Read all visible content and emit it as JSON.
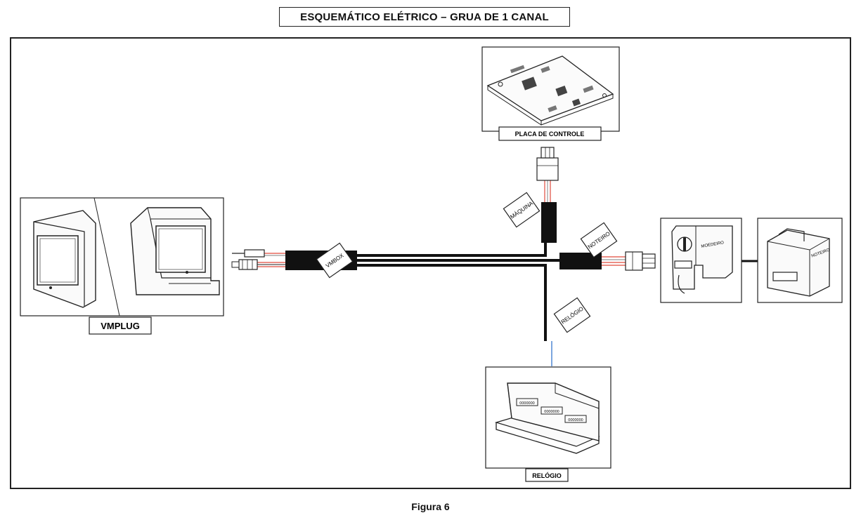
{
  "title": "ESQUEMÁTICO ELÉTRICO – GRUA DE 1 CANAL",
  "caption": "Figura 6",
  "components": {
    "vmplug": "VMPLUG",
    "control_board": "PLACA DE CONTROLE",
    "clock": "RELÓGIO",
    "coin_acceptor": "MOEDEIRO",
    "bill_acceptor": "NOTEIRO"
  },
  "cable_tags": {
    "vmbox": "VMBOX",
    "machine": "MÁQUINA",
    "bill": "NOTEIRO",
    "clock": "RELÓGIO"
  },
  "counter_readouts": [
    "0000000",
    "0000000",
    "0000000"
  ],
  "colors": {
    "wire_red": "#e04a3c",
    "wire_blue": "#5b8fd6",
    "cable": "#111111"
  }
}
